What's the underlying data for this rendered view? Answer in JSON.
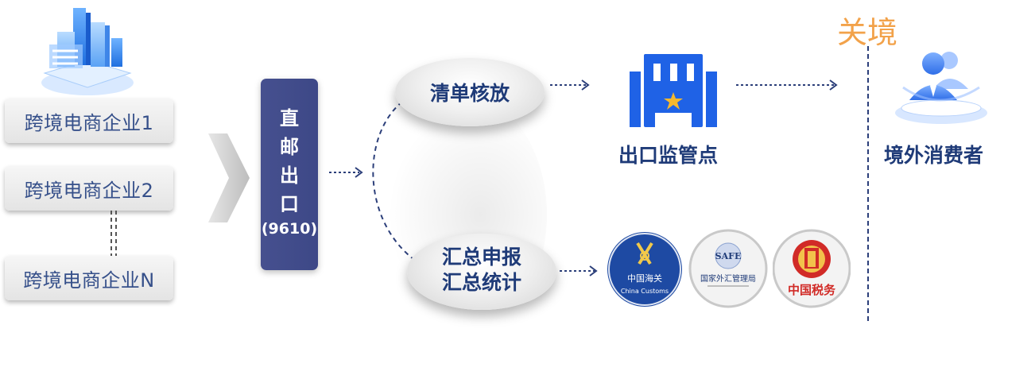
{
  "enterprises": [
    {
      "label": "跨境电商企业1"
    },
    {
      "label": "跨境电商企业2"
    },
    {
      "label": "跨境电商企业N"
    }
  ],
  "mode": {
    "chars": [
      "直",
      "邮",
      "出",
      "口"
    ],
    "code": "(9610)"
  },
  "processes": {
    "top": "清单核放",
    "bottom_line1": "汇总申报",
    "bottom_line2": "汇总统计"
  },
  "checkpoint": {
    "label": "出口监管点"
  },
  "border": {
    "label": "关境"
  },
  "consumer": {
    "label": "境外消费者"
  },
  "logos": {
    "customs_cn": "中国海关",
    "customs_en": "China Customs",
    "safe_badge": "SAFE",
    "safe_name": "国家外汇管理局",
    "tax_name": "中国税务"
  },
  "colors": {
    "primary_dark": "#1f3b78",
    "mode_box": "#46508f",
    "border_label": "#f2a24a",
    "connector": "#2c3f7a"
  }
}
